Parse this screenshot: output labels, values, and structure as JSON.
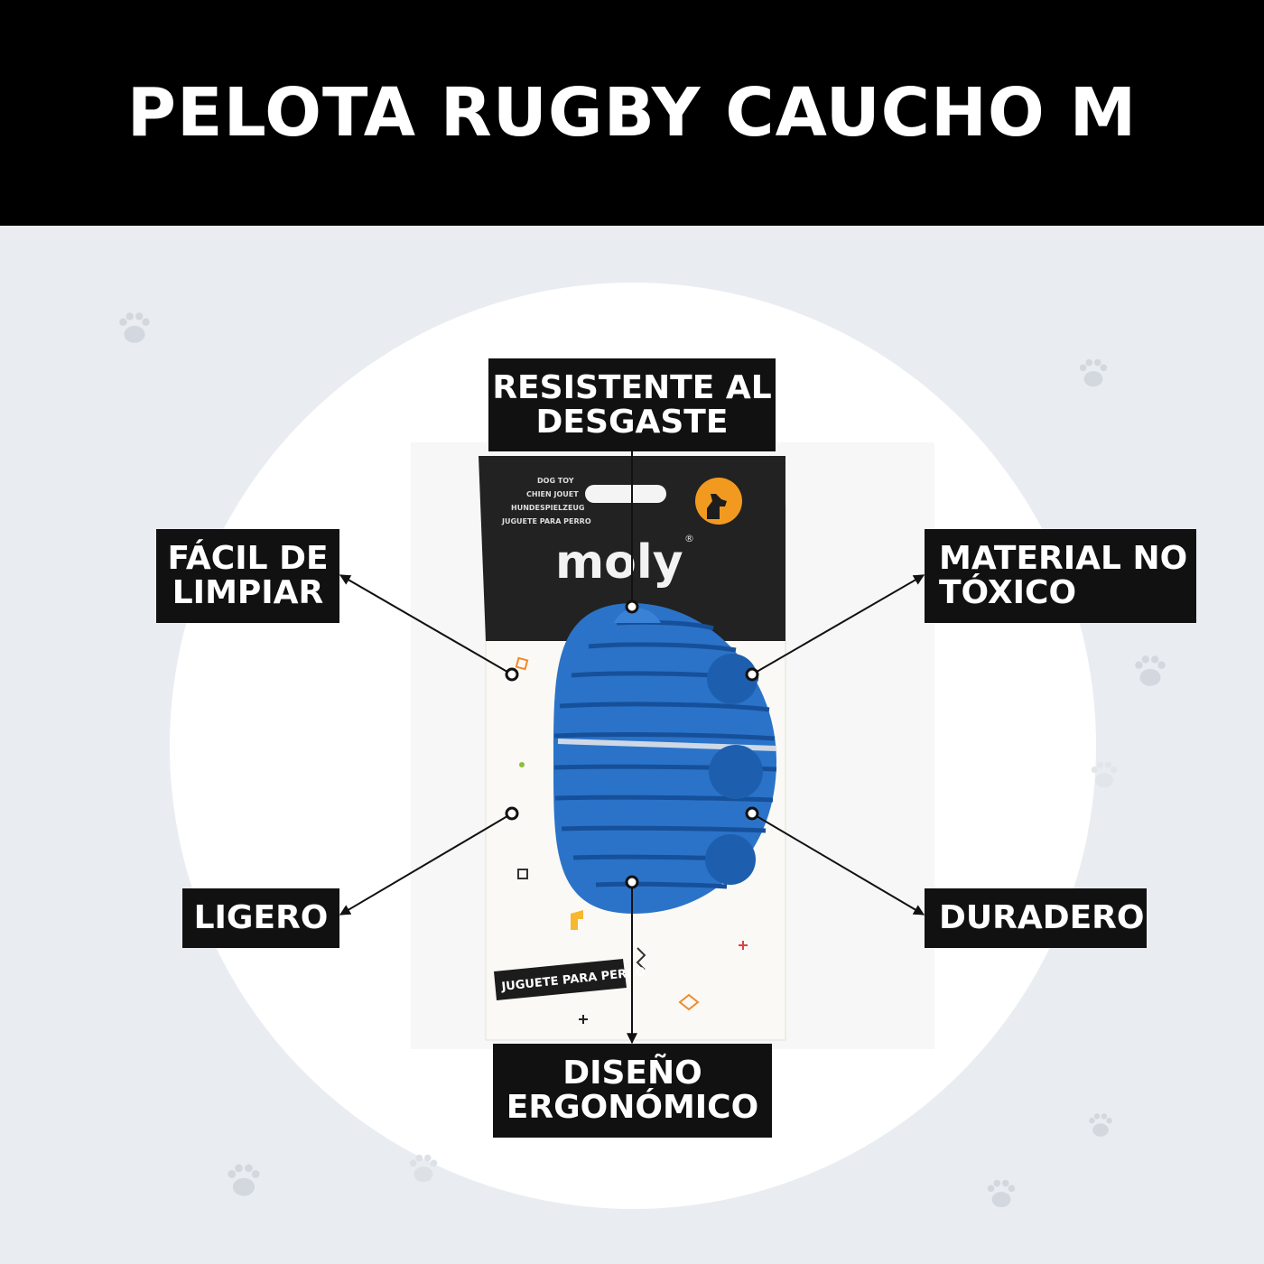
{
  "title": "PELOTA RUGBY CAUCHO M",
  "labels": {
    "resistente": "RESISTENTE AL\nDESGASTE",
    "facil": "FÁCIL DE\nLIMPIAR",
    "material": "MATERIAL NO\nTÓXICO",
    "ligero": "LIGERO",
    "duradero": "DURADERO",
    "diseno": "DISEÑO\nERGONÓMICO"
  },
  "package": {
    "languages": [
      "DOG TOY",
      "CHIEN JOUET",
      "HUNDESPIELZEUG",
      "JUGUETE PARA PERRO"
    ],
    "brand": "moly",
    "registered": "®",
    "tag": "JUGUETE PARA PERRO"
  },
  "colors": {
    "header_bg": "#000000",
    "background": "#e9edf2",
    "toy_blue": "#2b73c9",
    "card_dark": "#222222",
    "logo_orange": "#f29a1f"
  }
}
